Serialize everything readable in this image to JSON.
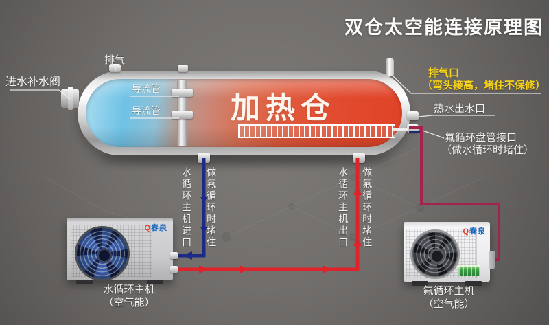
{
  "title": "双仓太空能连接原理图",
  "tank": {
    "chamber": "加热仓",
    "inlet_valve": "进水补水阀",
    "exhaust_top": "排气",
    "guide_tube_1": "导流管",
    "guide_tube_2": "导流管",
    "exhaust_port": "排气口",
    "exhaust_port_note": "（弯头接高，堵住不保修）",
    "hot_water_outlet": "热水出水口",
    "coil_port": "氟循环盘管接口",
    "coil_port_note": "（做水循环时堵住）"
  },
  "pipes": {
    "water_host_inlet": "水循环主机进口",
    "water_host_outlet": "水循环主机出口",
    "fluorine_block_note_left": "做氟循环时堵住",
    "fluorine_block_note_right": "做氟循环时堵住"
  },
  "units": {
    "left": {
      "brand_mark": "Q",
      "brand": "春泉",
      "name": "水循环主机",
      "type": "（空气能）"
    },
    "right": {
      "brand_mark": "Q",
      "brand": "春泉",
      "name": "氟循环主机",
      "type": "（空气能）"
    }
  },
  "colors": {
    "water_in_pipe": "#1e2b86",
    "water_out_pipe": "#e0232b",
    "fluorine_pipe": "#a3234e",
    "highlight_yellow": "#f6d319"
  }
}
